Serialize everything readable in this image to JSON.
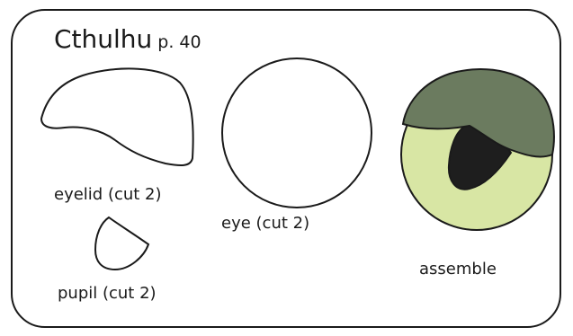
{
  "template": {
    "title": "Cthulhu",
    "page_ref": "p. 40",
    "pieces": {
      "eyelid": "eyelid (cut 2)",
      "pupil": "pupil (cut 2)",
      "eye": "eye (cut 2)",
      "assemble": "assemble"
    },
    "colors": {
      "outline": "#1a1a1a",
      "eye_fill": "#d8e6a4",
      "eyelid_fill": "#6b7b5f",
      "pupil_fill": "#1e1e1e",
      "paper": "#ffffff"
    }
  }
}
